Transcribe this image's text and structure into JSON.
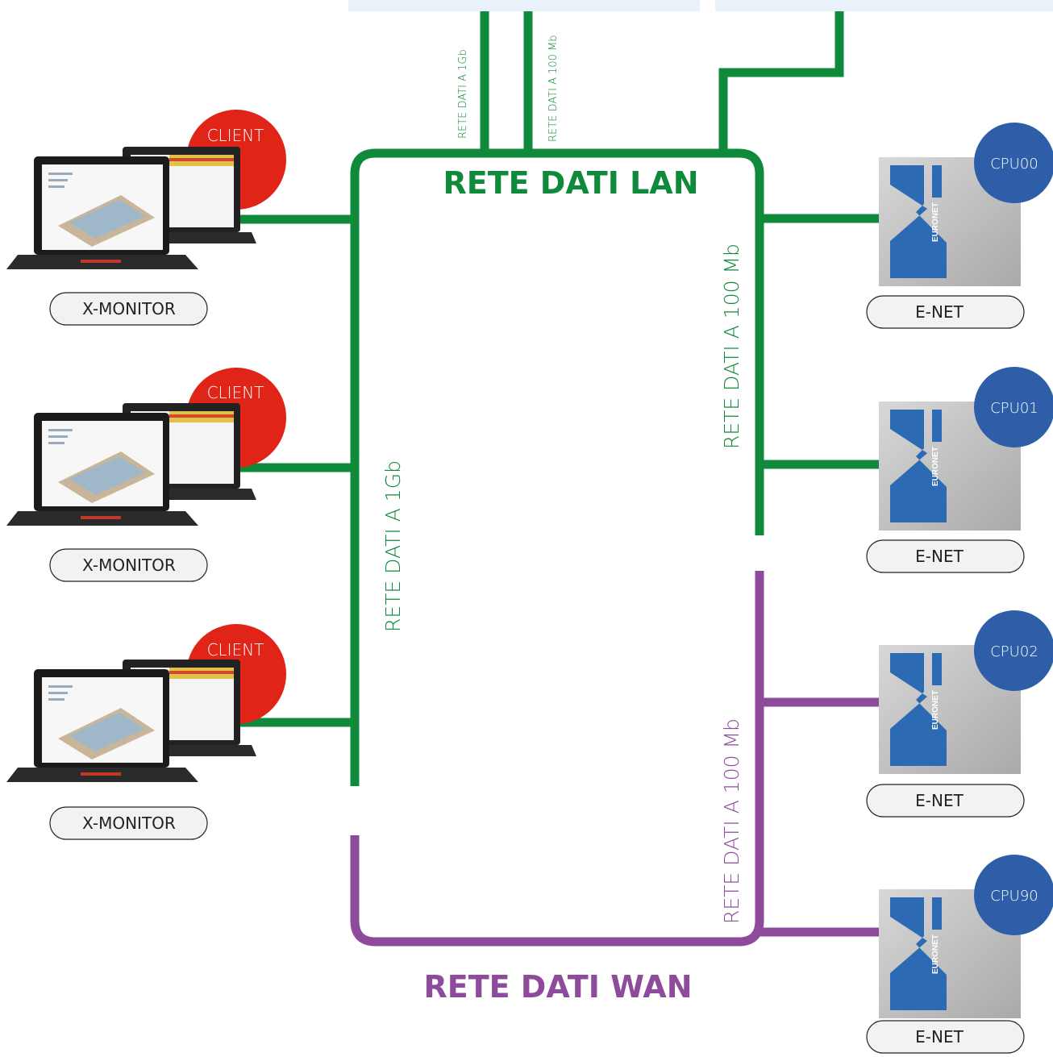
{
  "lan": {
    "title": "RETE DATI LAN",
    "color": "#0f8a3a",
    "top_label_1gb": "RETE DATI A 1Gb",
    "top_label_100mb": "RETE DATI A 100 Mb",
    "left_label": "RETE DATI A 1Gb",
    "right_label": "RETE DATI A 100 Mb"
  },
  "wan": {
    "title": "RETE DATI WAN",
    "color": "#8e4b9b",
    "right_label": "RETE DATI A 100 Mb"
  },
  "clients": [
    {
      "badge": "CLIENT",
      "name": "X-MONITOR"
    },
    {
      "badge": "CLIENT",
      "name": "X-MONITOR"
    },
    {
      "badge": "CLIENT",
      "name": "X-MONITOR"
    }
  ],
  "devices": [
    {
      "badge": "CPU00",
      "name": "E-NET",
      "brand": "EURONET",
      "network": "lan"
    },
    {
      "badge": "CPU01",
      "name": "E-NET",
      "brand": "EURONET",
      "network": "lan"
    },
    {
      "badge": "CPU02",
      "name": "E-NET",
      "brand": "EURONET",
      "network": "wan"
    },
    {
      "badge": "CPU90",
      "name": "E-NET",
      "brand": "EURONET",
      "network": "wan"
    }
  ],
  "colors": {
    "client_badge": "#e02418",
    "cpu_badge": "#2e5ea8",
    "pill_bg": "#f2f2f2",
    "top_boxes": "#e9f1fb"
  }
}
